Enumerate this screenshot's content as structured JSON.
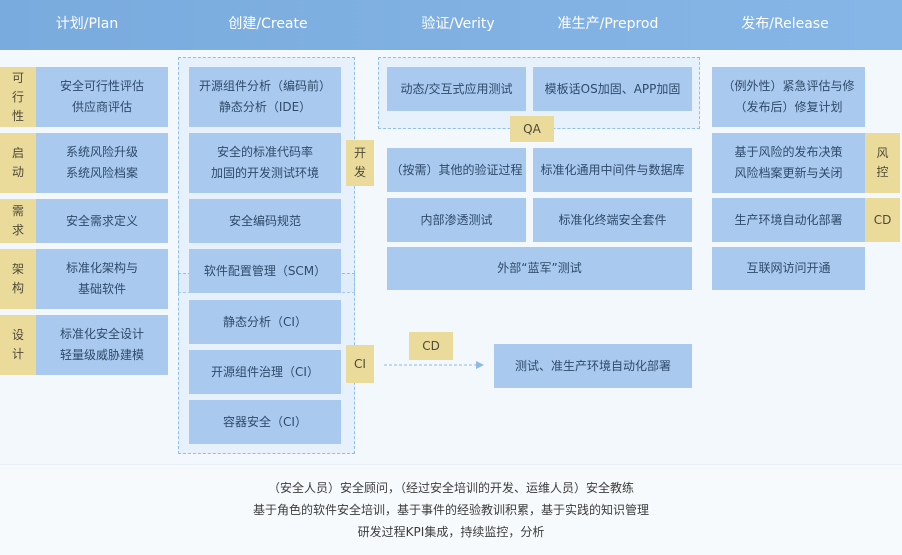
{
  "headers": {
    "plan": "计划/Plan",
    "create": "创建/Create",
    "verify": "验证/Verity",
    "preprod": "准生产/Preprod",
    "release": "发布/Release"
  },
  "plan": {
    "rows": [
      {
        "tag": [
          "可",
          "行",
          "性"
        ],
        "lines": [
          "安全可行性评估",
          "供应商评估"
        ]
      },
      {
        "tag": [
          "启",
          "动"
        ],
        "lines": [
          "系统风险升级",
          "系统风险档案"
        ]
      },
      {
        "tag": [
          "需",
          "求"
        ],
        "lines": [
          "安全需求定义"
        ]
      },
      {
        "tag": [
          "架",
          "构"
        ],
        "lines": [
          "标准化架构与",
          "基础软件"
        ]
      },
      {
        "tag": [
          "设",
          "计"
        ],
        "lines": [
          "标准化安全设计",
          "轻量级威胁建模"
        ]
      }
    ]
  },
  "create": {
    "dev_items": [
      [
        "开源组件分析（编码前）",
        "静态分析（IDE）"
      ],
      [
        "安全的标准代码率",
        "加固的开发测试环境"
      ],
      [
        "安全编码规范"
      ],
      [
        "软件配置管理（SCM）"
      ]
    ],
    "ci_items": [
      "静态分析（CI）",
      "开源组件治理（CI）",
      "容器安全（CI）"
    ],
    "dev_tag": [
      "开",
      "发"
    ],
    "ci_tag": "CI"
  },
  "verify": {
    "qa_items": [
      "动态/交互式应用测试",
      "模板话OS加固、APP加固"
    ],
    "qa_tag": "QA",
    "items": [
      "（按需）其他的验证过程",
      "标准化通用中间件与数据库",
      "内部渗透测试",
      "标准化终端安全套件"
    ],
    "blue_team": "外部“蓝军”测试",
    "cd_tag": "CD",
    "cd_target": "测试、准生产环境自动化部署"
  },
  "release": {
    "items": [
      [
        "（例外性）紧急评估与修",
        "（发布后）修复计划"
      ],
      [
        "基于风险的发布决策",
        "风险档案更新与关闭"
      ],
      [
        "生产环境自动化部署"
      ],
      [
        "互联网访问开通"
      ]
    ],
    "risk_tag": [
      "风",
      "控"
    ],
    "cd_tag": "CD"
  },
  "footer": {
    "lines": [
      "（安全人员）安全顾问，（经过安全培训的开发、运维人员）安全教练",
      "基于角色的软件安全培训，基于事件的经验教训积累，基于实践的知识管理",
      "研发过程KPI集成，持续监控，分析"
    ]
  }
}
